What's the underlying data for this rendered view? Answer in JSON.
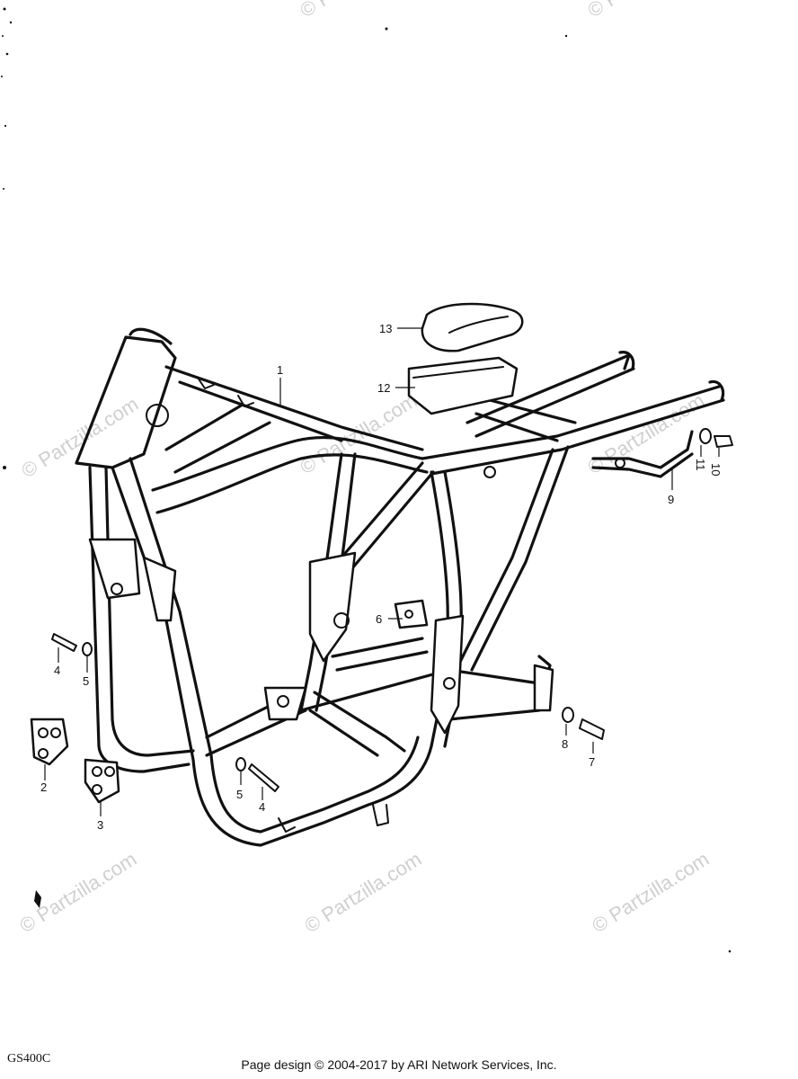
{
  "watermark_text": "© Partzilla.com",
  "diagram_code": "GS400C",
  "footer": "Page design © 2004-2017 by ARI Network Services, Inc.",
  "callouts": [
    "1",
    "2",
    "3",
    "4",
    "5",
    "6",
    "7",
    "8",
    "9",
    "10",
    "11",
    "12",
    "13",
    "4",
    "5"
  ]
}
